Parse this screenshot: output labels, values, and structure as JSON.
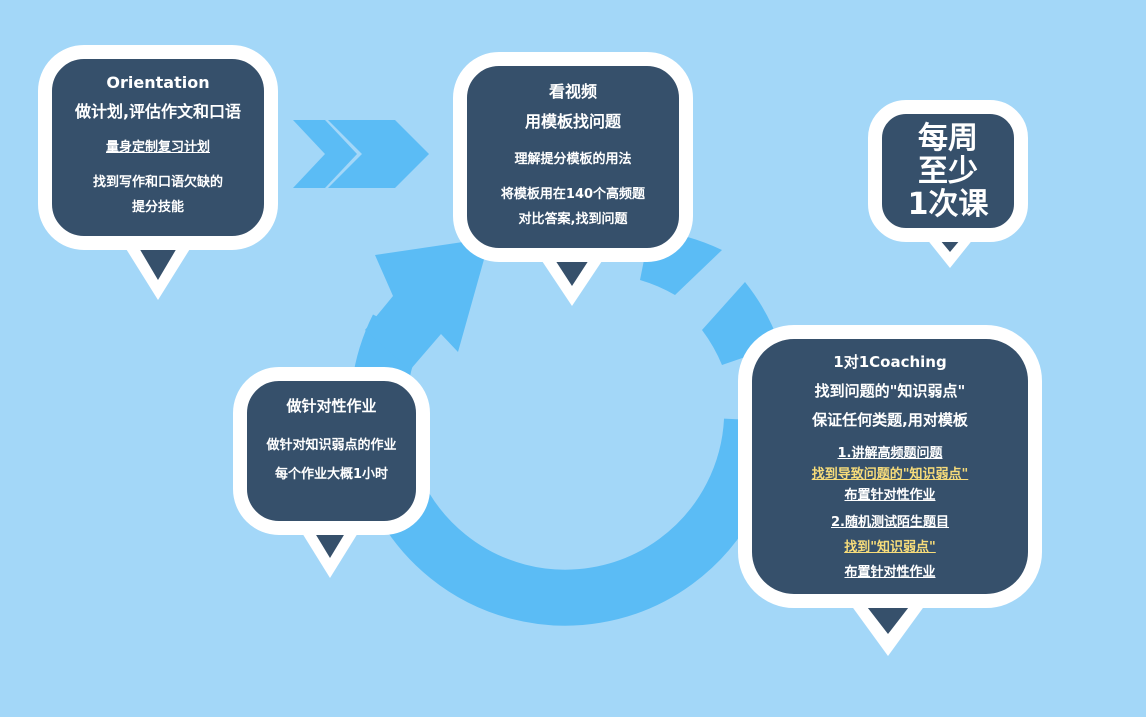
{
  "colors": {
    "background": "#a3d7f8",
    "bubble": "#36506b",
    "arrow": "#5bbcf5",
    "highlight": "#f7dc7a"
  },
  "step1": {
    "title": "Orientation",
    "subtitle": "做计划,评估作文和口语",
    "link": "量身定制复习计划",
    "line1": "找到写作和口语欠缺的",
    "line2": "提分技能"
  },
  "step2": {
    "title": "看视频",
    "subtitle": "用模板找问题",
    "line1": "理解提分模板的用法",
    "line2": "将模板用在140个高频题",
    "line3": "对比答案,找到问题"
  },
  "frequency": {
    "line1": "每周",
    "line2": "至少",
    "line3": "1次课"
  },
  "step3": {
    "title": "1对1Coaching",
    "subtitle1": "找到问题的\"知识弱点\"",
    "subtitle2": "保证任何类题,用对模板",
    "item1": "1.讲解高频题问题",
    "item1_highlight": "找到导致问题的\"知识弱点\"",
    "item1_action": "布置针对性作业",
    "item2": "2.随机测试陌生题目",
    "item2_highlight": "找到\"知识弱点\"",
    "item2_action": "布置针对性作业"
  },
  "step4": {
    "title": "做针对性作业",
    "line1": "做针对知识弱点的作业",
    "line2": "每个作业大概1小时"
  }
}
